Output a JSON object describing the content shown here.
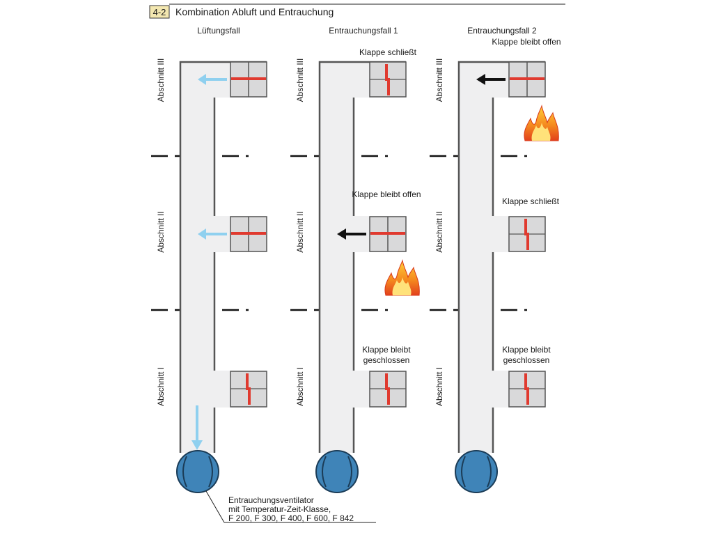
{
  "figure": {
    "number": "4-2",
    "title": "Kombination Abluft und Entrauchung"
  },
  "sections": {
    "top": "Abschnitt III",
    "middle": "Abschnitt II",
    "bottom": "Abschnitt I"
  },
  "columns": [
    {
      "heading": "Lüftungsfall",
      "labels": {
        "top": "",
        "middle": "",
        "bottom": ""
      },
      "fire": "none"
    },
    {
      "heading": "Entrauchungsfall 1",
      "labels": {
        "top": "Klappe schließt",
        "middle": "Klappe bleibt offen",
        "bottom": "Klappe bleibt geschlossen"
      },
      "fire": "middle"
    },
    {
      "heading": "Entrauchungsfall 2",
      "labels": {
        "top": "Klappe bleibt offen",
        "middle": "Klappe schließt",
        "bottom": "Klappe bleibt geschlossen"
      },
      "fire": "top"
    }
  ],
  "fan_caption": [
    "Entrauchungsventilator",
    "mit Temperatur-Zeit-Klasse,",
    "F 200, F 300, F 400, F 600, F 842"
  ],
  "colors": {
    "duct_fill": "#efeff0",
    "duct_stroke": "#555555",
    "damper_fill": "#d9d9da",
    "damper_blade": "#e03a2f",
    "fan_fill": "#3f84b8",
    "airflow_arrow": "#8fd0ef",
    "smoke_arrow": "#111111",
    "title_box": "#f3e7b0"
  }
}
